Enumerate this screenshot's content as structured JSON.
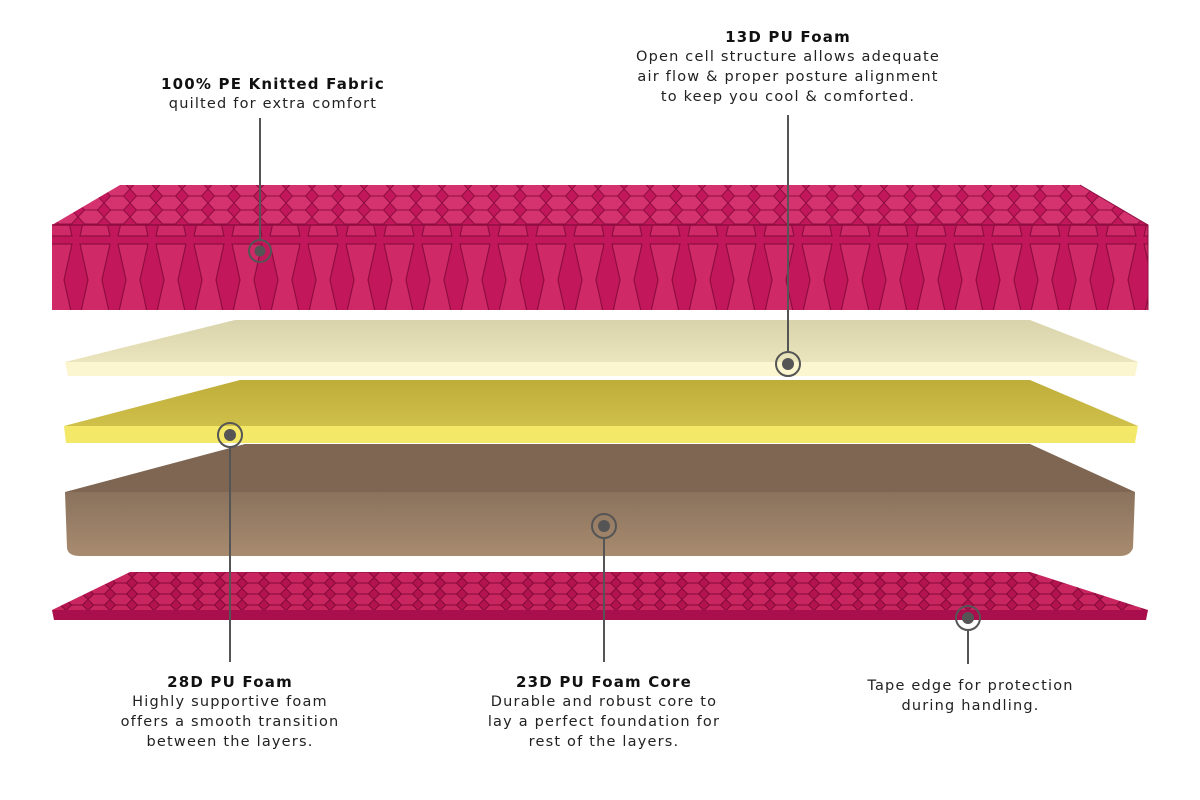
{
  "callouts": {
    "pe_fabric": {
      "title": "100% PE Knitted Fabric",
      "lines": [
        "quilted for extra comfort"
      ]
    },
    "foam_13d": {
      "title": "13D PU Foam",
      "lines": [
        "Open cell structure allows adequate",
        "air flow & proper posture alignment",
        "to keep you cool & comforted."
      ]
    },
    "foam_28d": {
      "title": "28D PU Foam",
      "lines": [
        "Highly supportive foam",
        "offers a smooth transition",
        "between the layers."
      ]
    },
    "foam_core_23d": {
      "title": "23D PU Foam Core",
      "lines": [
        "Durable and robust core to",
        "lay a perfect foundation for",
        "rest of the layers."
      ]
    },
    "tape_edge": {
      "title": "",
      "lines": [
        "Tape edge for protection",
        "during handling."
      ]
    }
  },
  "colors": {
    "fabric": "#c2185b",
    "fabric_dark": "#a01048",
    "foam_13d": "#efeac3",
    "foam_28d": "#c9b83a",
    "foam_core": "#a4866a",
    "leader": "#555555"
  }
}
